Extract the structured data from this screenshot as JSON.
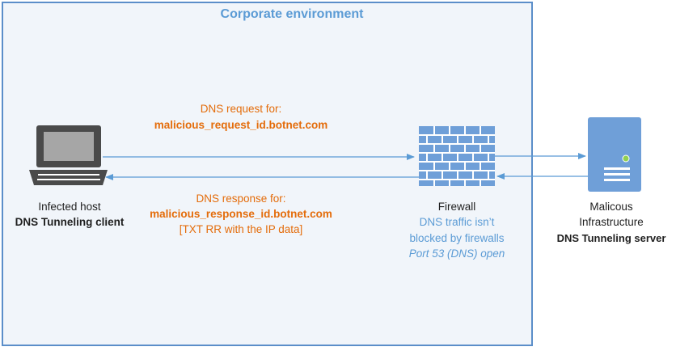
{
  "environment": {
    "title": "Corporate environment"
  },
  "request": {
    "label": "DNS request for:",
    "domain": "malicious_request_id.botnet.com"
  },
  "response": {
    "label": "DNS response for:",
    "domain": "malicious_response_id.botnet.com",
    "detail": "[TXT RR with the IP data]"
  },
  "infected_host": {
    "label": "Infected host",
    "role": "DNS Tunneling client"
  },
  "firewall": {
    "label": "Firewall",
    "note_line1": "DNS traffic isn’t",
    "note_line2": "blocked by firewalls",
    "port_note": "Port 53 (DNS) open"
  },
  "server": {
    "label_line1": "Malicous",
    "label_line2": "Infrastructure",
    "role": "DNS Tunneling server"
  },
  "icons": {
    "host": "laptop-icon",
    "firewall": "brick-wall-icon",
    "server": "server-tower-icon"
  },
  "colors": {
    "accent": "#5b9bd5",
    "border": "#5b8ec9",
    "request_text": "#e46c0a",
    "background": "#f1f5fa",
    "icon_dark": "#4a4a4a",
    "icon_blue": "#6f9fd8"
  }
}
